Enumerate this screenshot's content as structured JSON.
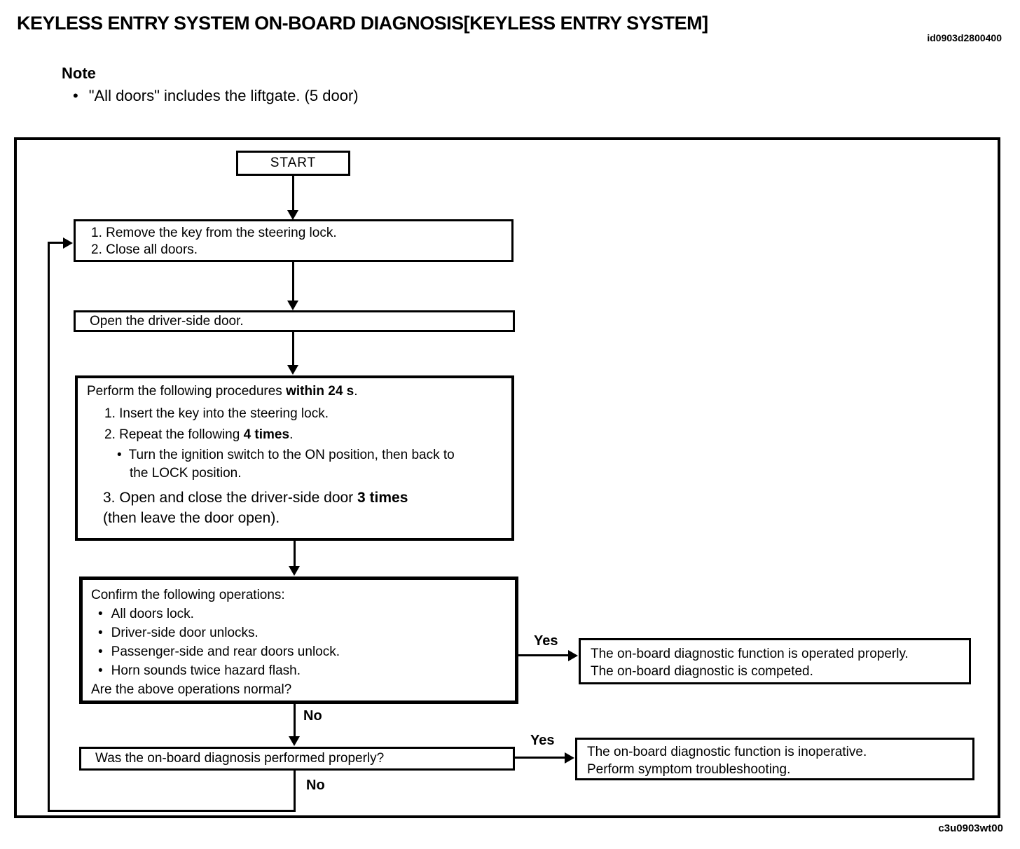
{
  "page": {
    "title": "KEYLESS ENTRY SYSTEM ON-BOARD DIAGNOSIS[KEYLESS ENTRY SYSTEM]",
    "doc_id": "id0903d2800400",
    "figure_code": "c3u0903wt00"
  },
  "icons": {
    "bullet": "•"
  },
  "note": {
    "heading": "Note",
    "item": "\"All doors\" includes the liftgate. (5 door)"
  },
  "flowchart": {
    "start_label": "START",
    "step_box_1": {
      "line1": "1. Remove the key from the steering lock.",
      "line2": "2. Close all doors."
    },
    "step_box_2": {
      "text": "Open the driver-side door."
    },
    "step_box_3": {
      "intro_prefix": "Perform the following procedures ",
      "intro_bold": "within 24 s",
      "intro_suffix": ".",
      "item1": "1. Insert the key into the steering lock.",
      "item2_prefix": "2. Repeat the following ",
      "item2_bold": "4 times",
      "item2_suffix": ".",
      "item2_sub_line1": "Turn the ignition switch to the ON position, then back to",
      "item2_sub_line2": "the LOCK position.",
      "item3_prefix": "3. Open and close the driver-side door ",
      "item3_bold": "3 times",
      "item3_line2": "(then leave the door open)."
    },
    "decision_box_1": {
      "heading": "Confirm the following operations:",
      "bullets": [
        "All doors lock.",
        "Driver-side door unlocks.",
        "Passenger-side and rear doors unlock.",
        "Horn sounds twice hazard flash."
      ],
      "question": "Are the above operations normal?"
    },
    "decision_box_2": {
      "text": "Was the on-board diagnosis performed properly?"
    },
    "result_box_ok": {
      "line1": "The on-board diagnostic function is operated properly.",
      "line2": "The on-board diagnostic is competed."
    },
    "result_box_ng": {
      "line1": "The on-board diagnostic function is inoperative.",
      "line2": "Perform symptom troubleshooting."
    },
    "labels": {
      "yes_1": "Yes",
      "no_1": "No",
      "yes_2": "Yes",
      "no_2": "No"
    }
  }
}
